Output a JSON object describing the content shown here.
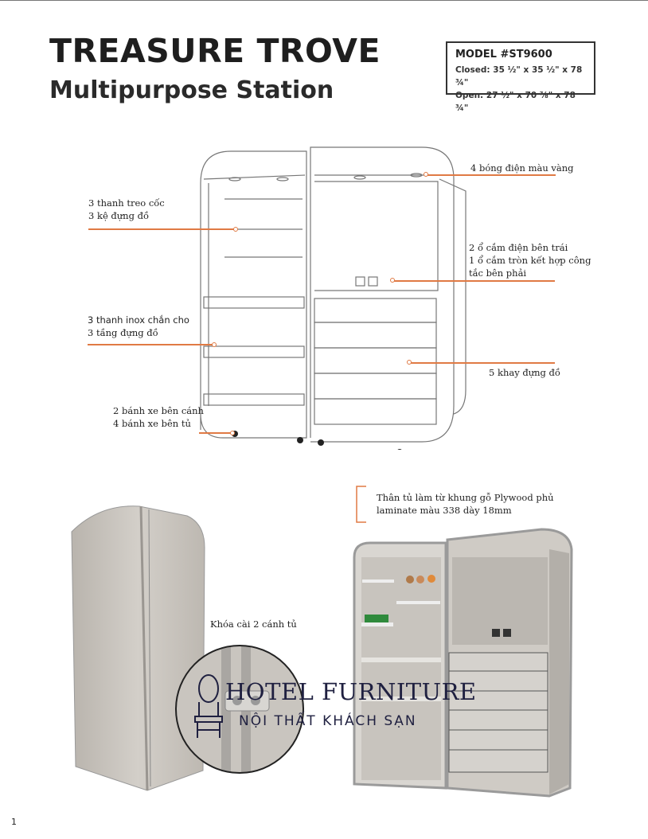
{
  "header": {
    "title": "TREASURE TROVE",
    "subtitle": "Multipurpose Station"
  },
  "model_box": {
    "model": "MODEL #ST9600",
    "closed": "Closed: 35 ½\" x 35 ½\" x 78 ¾\"",
    "open": "Open: 27 ½\" x 70 ⅞\" x 78 ¾\""
  },
  "callouts": {
    "cup_bars": [
      "3 thanh treo cốc",
      "3 kệ đựng đồ"
    ],
    "inox_bars": [
      "3 thanh inox chắn cho",
      "3 tầng đựng đồ"
    ],
    "wheels": [
      "2 bánh xe bên cánh",
      "4 bánh xe bên tủ"
    ],
    "lights": "4 bóng điện màu vàng",
    "sockets": [
      "2 ổ cắm điện bên trái",
      "1 ổ cắm tròn kết hợp công",
      "tắc bên phải"
    ],
    "trays": "5 khay đựng đồ",
    "body": [
      "Thân tủ làm từ khung gỗ Plywood phủ",
      "laminate màu 338 dày 18mm"
    ],
    "lock": "Khóa cài 2 cánh tủ"
  },
  "watermark": {
    "line1": "HOTEL FURNITURE",
    "line2": "NỘI THẤT KHÁCH SẠN"
  },
  "page_number": "1",
  "colors": {
    "accent": "#e07a44",
    "watermark": "#1f2040"
  }
}
